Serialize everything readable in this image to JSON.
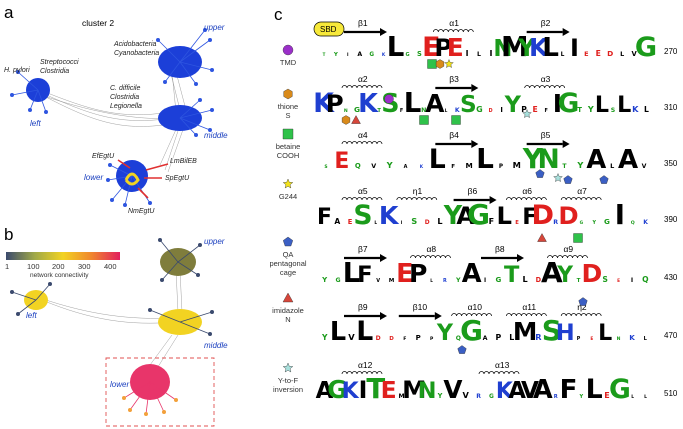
{
  "panels": {
    "a": {
      "letter": "a",
      "title": "cluster 2",
      "cluster_labels": {
        "upper": "upper",
        "middle": "middle",
        "lower": "lower",
        "left": "left"
      },
      "taxa": [
        {
          "text": "H. pylori"
        },
        {
          "text": "Streptococci"
        },
        {
          "text": "Clostridia"
        },
        {
          "text": "Acidobacteria"
        },
        {
          "text": "Cyanobacteria"
        },
        {
          "text": "C. difficile"
        },
        {
          "text": "Clostridia"
        },
        {
          "text": "Legionella"
        }
      ],
      "proteins": [
        "EfEgtU",
        "LmBilEB",
        "SpEgtU",
        "NmEgtU"
      ]
    },
    "b": {
      "letter": "b",
      "legend_title": "network connectivity",
      "legend_ticks": [
        "1",
        "100",
        "200",
        "300",
        "400"
      ],
      "cluster_labels": {
        "upper": "upper",
        "middle": "middle",
        "lower": "lower",
        "left": "left"
      }
    },
    "c": {
      "letter": "c",
      "sbd_label": "SBD",
      "legend": [
        {
          "label": "TMD",
          "shape": "circle",
          "color": "#9b2fc9"
        },
        {
          "label": "thione S",
          "shape": "hexagon",
          "color": "#d98a1a"
        },
        {
          "label": "betaine COOH",
          "shape": "square",
          "color": "#2fc24a"
        },
        {
          "label": "G244",
          "shape": "star",
          "color": "#f2e21a"
        },
        {
          "label": "QA pentagonal cage",
          "shape": "pentagon",
          "color": "#3b5fc4"
        },
        {
          "label": "imidazole N",
          "shape": "triangle",
          "color": "#d6463a"
        },
        {
          "label": "Y-to-F inversion",
          "shape": "star",
          "color": "#a8e0dc"
        }
      ],
      "rows": [
        {
          "end": "270",
          "structure": [
            "β1",
            "α1",
            "β2"
          ],
          "seq": "TYIAGKLGSEPEILINMYKLLIEEDLVG"
        },
        {
          "end": "310",
          "structure": [
            "α2",
            "β3",
            "α3"
          ],
          "seq": "KPNGKTSFLNALKSGDIYPEFIGTYLSLKL"
        },
        {
          "end": "350",
          "structure": [
            "α4",
            "β4",
            "β5"
          ],
          "seq": "SEQVYAKLFMLPMYNTYALAV"
        },
        {
          "end": "390",
          "structure": [
            "α5",
            "η1",
            "β6",
            "α6",
            "α7"
          ],
          "seq": "FAESLKISDLYAGFLEFDRDGYGIQK"
        },
        {
          "end": "430",
          "structure": [
            "β7",
            "α8",
            "β8",
            "α9"
          ],
          "seq": "YGLFVMEPLRYAIGTLDAYTDSEIQ"
        },
        {
          "end": "470",
          "structure": [
            "β9",
            "β10",
            "α10",
            "α11",
            "η2"
          ],
          "seq": "YLVLDDFPPYQGAPLMRSHPELNKL"
        },
        {
          "end": "510",
          "structure": [
            "α12",
            "α13"
          ],
          "seq": "AGKITEMMNYVVRGKAVARFYLEGLL"
        }
      ]
    }
  }
}
